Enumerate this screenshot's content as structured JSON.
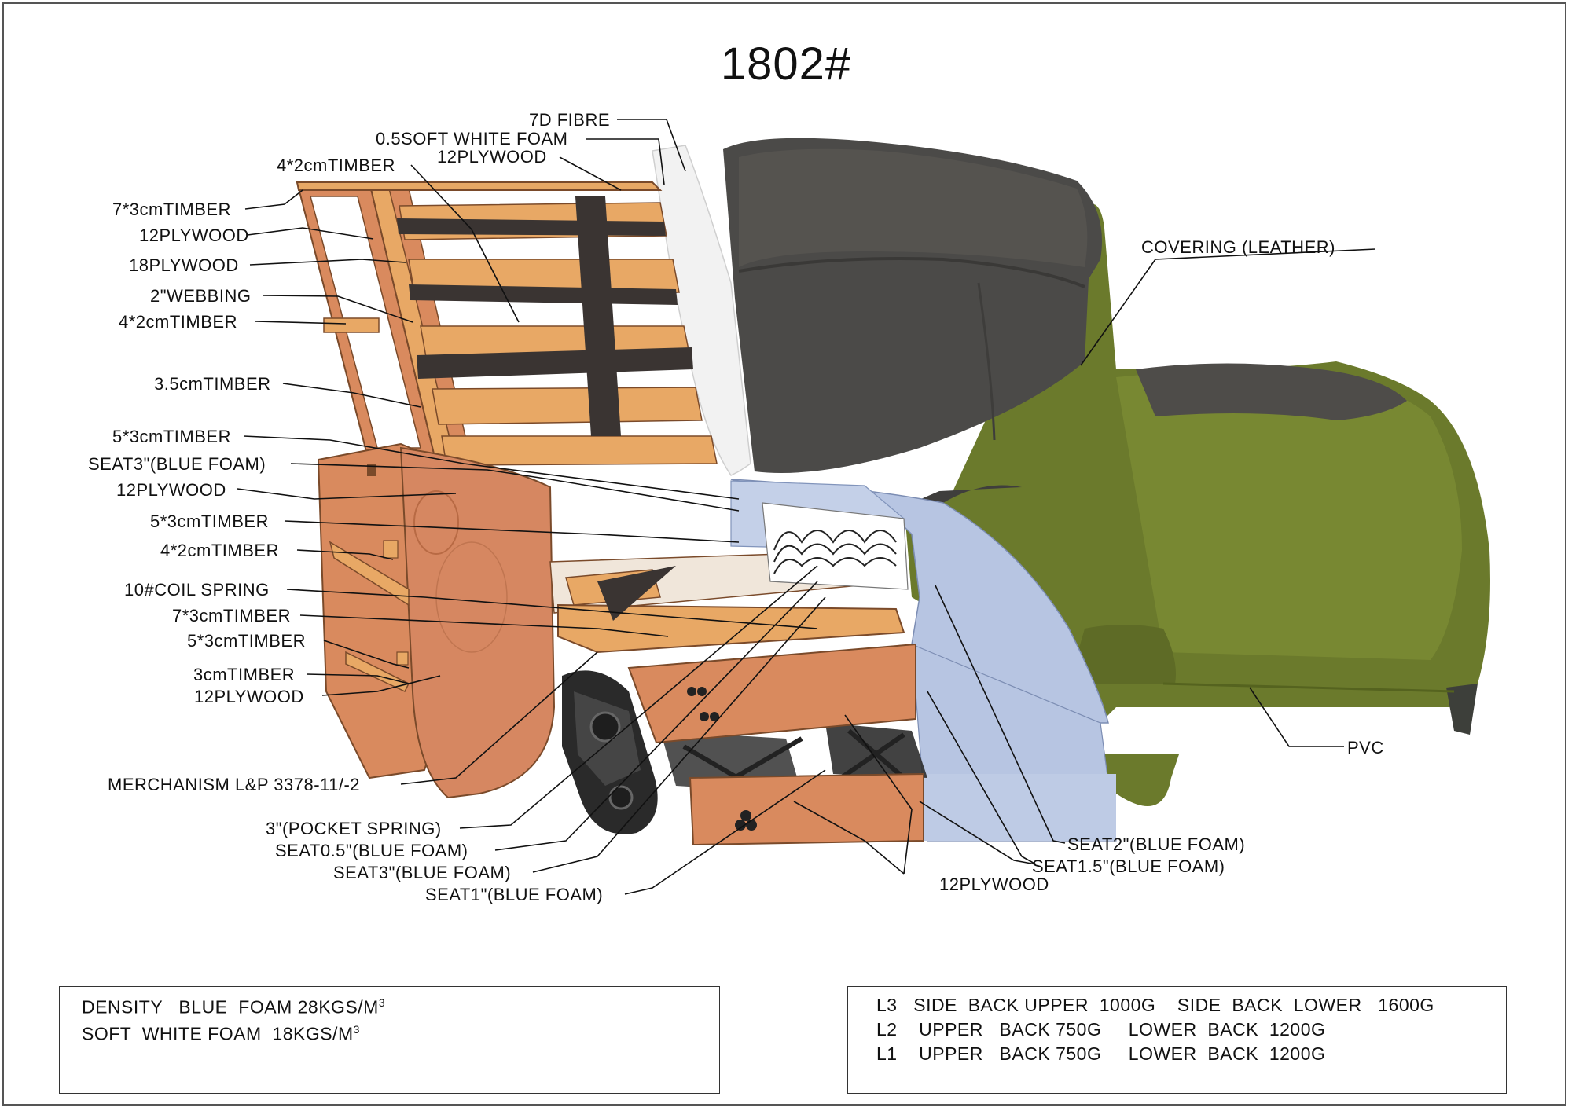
{
  "title": "1802#",
  "labels": {
    "l_7d_fibre": "7D FIBRE",
    "l_soft_white_foam": "0.5SOFT WHITE FOAM",
    "l_top_4x2_timber": "4*2cmTIMBER",
    "l_top_12plywood": "12PLYWOOD",
    "l_7x3_timber_top": "7*3cmTIMBER",
    "l_12plywood_a": "12PLYWOOD",
    "l_18plywood": "18PLYWOOD",
    "l_webbing": "2\"WEBBING",
    "l_4x2_timber_a": "4*2cmTIMBER",
    "l_35_timber": "3.5cmTIMBER",
    "l_5x3_timber_a": "5*3cmTIMBER",
    "l_seat3_blue_a": "SEAT3\"(BLUE FOAM)",
    "l_12plywood_b": "12PLYWOOD",
    "l_5x3_timber_b": "5*3cmTIMBER",
    "l_4x2_timber_b": "4*2cmTIMBER",
    "l_coil_spring": "10#COIL SPRING",
    "l_7x3_timber_b": "7*3cmTIMBER",
    "l_5x3_timber_c": "5*3cmTIMBER",
    "l_3cm_timber": "3cmTIMBER",
    "l_12plywood_c": "12PLYWOOD",
    "l_mechanism": "MERCHANISM  L&P 3378-11/-2",
    "l_pocket_spring": "3\"(POCKET SPRING)",
    "l_seat05_blue": "SEAT0.5\"(BLUE FOAM)",
    "l_seat3_blue_b": "SEAT3\"(BLUE FOAM)",
    "l_seat1_blue": "SEAT1\"(BLUE FOAM)",
    "l_12plywood_bottom": "12PLYWOOD",
    "l_covering": "COVERING  (LEATHER)",
    "l_pvc": "PVC",
    "l_seat2_blue": "SEAT2\"(BLUE FOAM)",
    "l_seat15_blue": "SEAT1.5\"(BLUE FOAM)"
  },
  "density_note": {
    "line1_prefix": "DENSITY   BLUE  FOAM 28KGS/M",
    "line1_sup": "3",
    "line2_prefix": "SOFT  WHITE FOAM  18KGS/M",
    "line2_sup": "3"
  },
  "weights_note": {
    "line1": "L3   SIDE  BACK UPPER  1000G    SIDE  BACK  LOWER   1600G",
    "line2": "L2    UPPER   BACK 750G     LOWER  BACK  1200G",
    "line3": "L1    UPPER   BACK 750G     LOWER  BACK  1200G"
  },
  "colors": {
    "timber": "#E8A865",
    "plywood": "#D98A5E",
    "blue_foam": "#B7C5E2",
    "white_foam": "#F2F2F2",
    "leather_dark": "#4B4A48",
    "leather_green": "#6B7A2C",
    "webbing": "#3A3432",
    "mechanism": "#2A2A2A"
  }
}
